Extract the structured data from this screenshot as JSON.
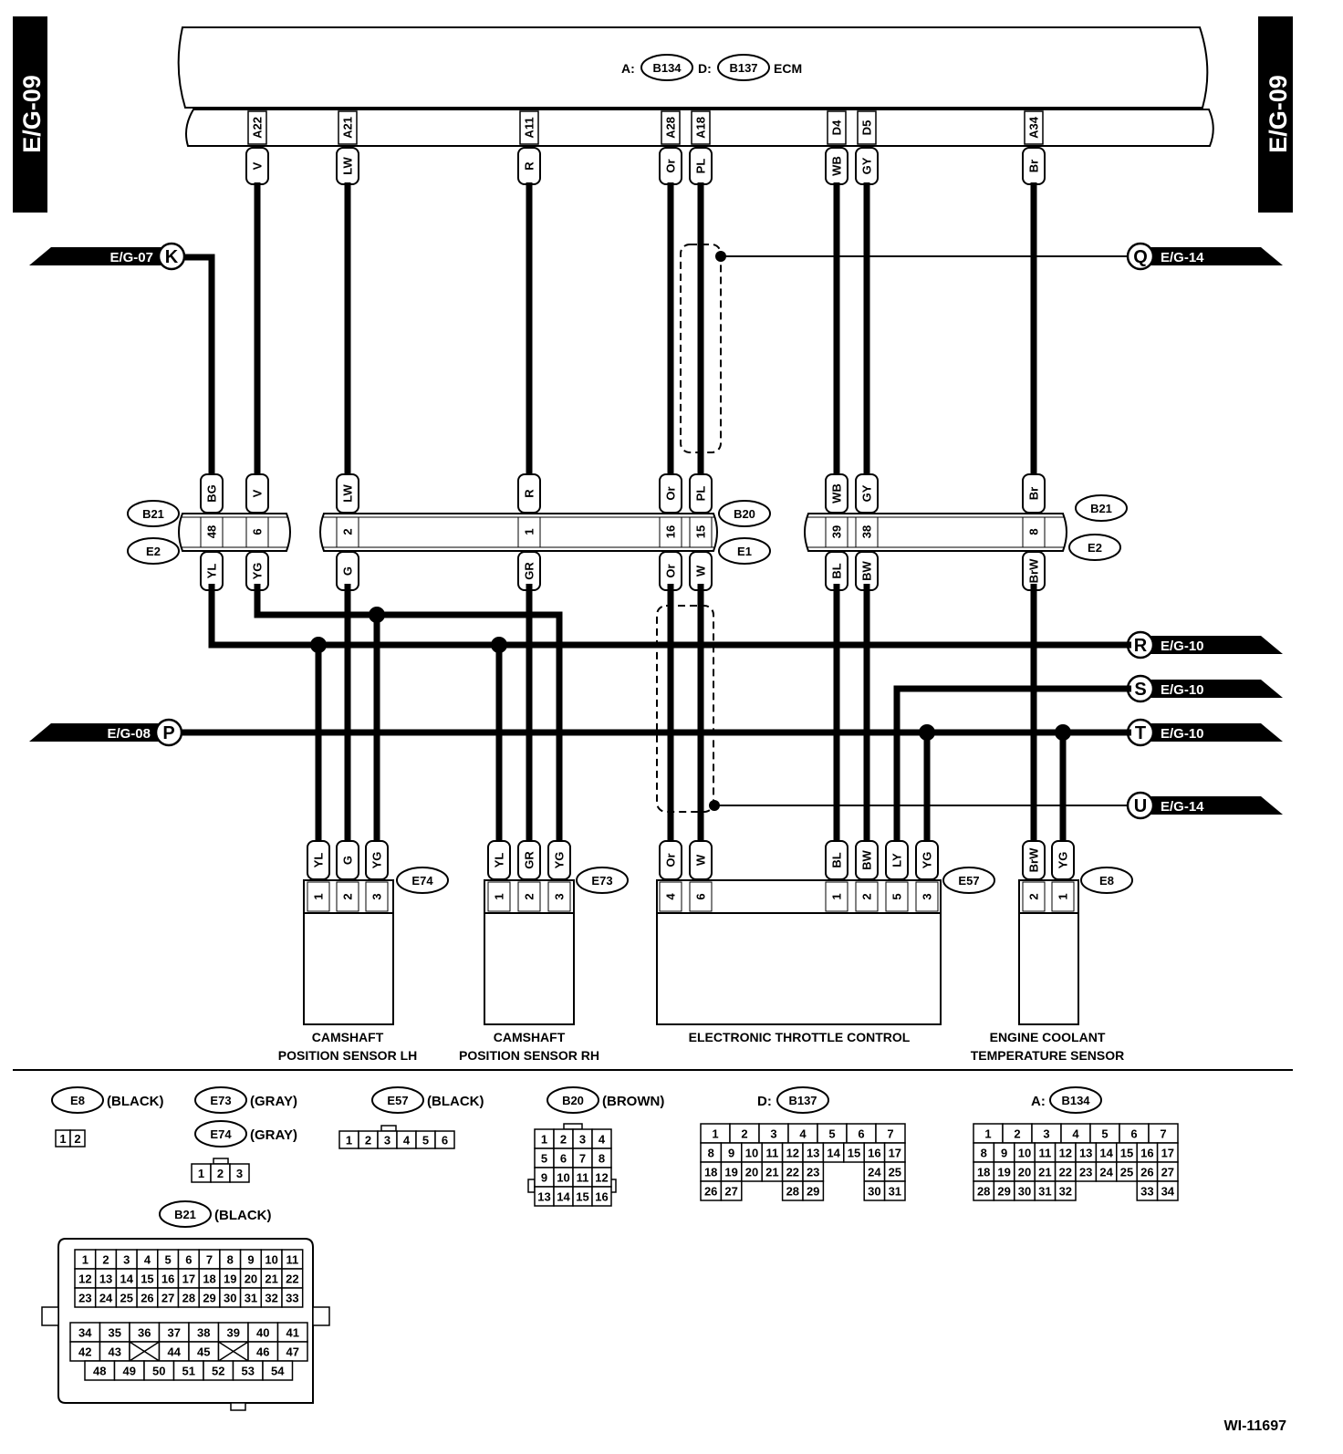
{
  "page": {
    "side_label": "E/G-09",
    "figure_id": "WI-11697"
  },
  "ecm": {
    "a_prefix": "A:",
    "a_conn": "B134",
    "d_prefix": "D:",
    "d_conn": "B137",
    "name": "ECM"
  },
  "ecm_pins": [
    {
      "pin": "A22",
      "color": "V"
    },
    {
      "pin": "A21",
      "color": "LW"
    },
    {
      "pin": "A11",
      "color": "R"
    },
    {
      "pin": "A28",
      "color": "Or"
    },
    {
      "pin": "A18",
      "color": "PL"
    },
    {
      "pin": "D4",
      "color": "WB"
    },
    {
      "pin": "D5",
      "color": "GY"
    },
    {
      "pin": "A34",
      "color": "Br"
    }
  ],
  "refs": {
    "K": {
      "letter": "K",
      "page": "E/G-07"
    },
    "P": {
      "letter": "P",
      "page": "E/G-08"
    },
    "Q": {
      "letter": "Q",
      "page": "E/G-14"
    },
    "R": {
      "letter": "R",
      "page": "E/G-10"
    },
    "S": {
      "letter": "S",
      "page": "E/G-10"
    },
    "T": {
      "letter": "T",
      "page": "E/G-10"
    },
    "U": {
      "letter": "U",
      "page": "E/G-14"
    }
  },
  "junction_left": {
    "top": "B21",
    "bottom": "E2",
    "top_colors": [
      "BG",
      "V"
    ],
    "pins": [
      "48",
      "6"
    ],
    "bottom_colors": [
      "YL",
      "YG"
    ]
  },
  "junction_mid": {
    "top": "B20",
    "bottom": "E1",
    "top_colors": [
      "LW",
      "R",
      "Or",
      "PL"
    ],
    "pins": [
      "2",
      "1",
      "16",
      "15"
    ],
    "bottom_colors": [
      "G",
      "GR",
      "Or",
      "W"
    ]
  },
  "junction_right": {
    "top": "B21",
    "bottom": "E2",
    "top_colors": [
      "WB",
      "GY",
      "Br"
    ],
    "pins": [
      "39",
      "38",
      "8"
    ],
    "bottom_colors": [
      "BL",
      "BW",
      "BrW"
    ]
  },
  "components": {
    "e74": {
      "id": "E74",
      "colors": [
        "YL",
        "G",
        "YG"
      ],
      "pins": [
        "1",
        "2",
        "3"
      ],
      "name_line1": "CAMSHAFT",
      "name_line2": "POSITION SENSOR LH"
    },
    "e73": {
      "id": "E73",
      "colors": [
        "YL",
        "GR",
        "YG"
      ],
      "pins": [
        "1",
        "2",
        "3"
      ],
      "name_line1": "CAMSHAFT",
      "name_line2": "POSITION SENSOR RH"
    },
    "e57": {
      "id": "E57",
      "colors": [
        "Or",
        "W",
        "BL",
        "BW",
        "LY",
        "YG"
      ],
      "pins": [
        "4",
        "6",
        "1",
        "2",
        "5",
        "3"
      ],
      "name_line1": "ELECTRONIC THROTTLE CONTROL",
      "name_line2": ""
    },
    "e8": {
      "id": "E8",
      "colors": [
        "BrW",
        "YG"
      ],
      "pins": [
        "2",
        "1"
      ],
      "name_line1": "ENGINE COOLANT",
      "name_line2": "TEMPERATURE SENSOR"
    }
  },
  "legend": {
    "e8": {
      "id": "E8",
      "color": "(BLACK)",
      "pins": [
        "1",
        "2"
      ]
    },
    "e73": {
      "id": "E73",
      "color": "(GRAY)"
    },
    "e74": {
      "id": "E74",
      "color": "(GRAY)",
      "pins": [
        "1",
        "2",
        "3"
      ]
    },
    "e57": {
      "id": "E57",
      "color": "(BLACK)",
      "pins": [
        "1",
        "2",
        "3",
        "4",
        "5",
        "6"
      ]
    },
    "b20": {
      "id": "B20",
      "color": "(BROWN)",
      "rows": [
        [
          "1",
          "2",
          "3",
          "4"
        ],
        [
          "5",
          "6",
          "7",
          "8"
        ],
        [
          "9",
          "10",
          "11",
          "12"
        ],
        [
          "13",
          "14",
          "15",
          "16"
        ]
      ]
    },
    "d137": {
      "prefix": "D:",
      "id": "B137",
      "rows": [
        [
          "1",
          "2",
          "3",
          "4",
          "5",
          "6",
          "7"
        ],
        [
          "8",
          "9",
          "10",
          "11",
          "12",
          "13",
          "14",
          "15",
          "16",
          "17"
        ],
        [
          "18",
          "19",
          "20",
          "21",
          "22",
          "23",
          "",
          "",
          "24",
          "25"
        ],
        [
          "26",
          "27",
          "",
          "",
          "28",
          "29",
          "",
          "",
          "30",
          "31"
        ]
      ]
    },
    "a134": {
      "prefix": "A:",
      "id": "B134",
      "rows": [
        [
          "1",
          "2",
          "3",
          "4",
          "5",
          "6",
          "7"
        ],
        [
          "8",
          "9",
          "10",
          "11",
          "12",
          "13",
          "14",
          "15",
          "16",
          "17"
        ],
        [
          "18",
          "19",
          "20",
          "21",
          "22",
          "23",
          "24",
          "25",
          "26",
          "27"
        ],
        [
          "28",
          "29",
          "30",
          "31",
          "32",
          "",
          "",
          "",
          "33",
          "34"
        ]
      ]
    },
    "b21": {
      "id": "B21",
      "color": "(BLACK)",
      "upper": [
        [
          "1",
          "2",
          "3",
          "4",
          "5",
          "6",
          "7",
          "8",
          "9",
          "10",
          "11"
        ],
        [
          "12",
          "13",
          "14",
          "15",
          "16",
          "17",
          "18",
          "19",
          "20",
          "21",
          "22"
        ],
        [
          "23",
          "24",
          "25",
          "26",
          "27",
          "28",
          "29",
          "30",
          "31",
          "32",
          "33"
        ]
      ],
      "lower": [
        [
          "34",
          "35",
          "36",
          "37",
          "38",
          "39",
          "40",
          "41"
        ],
        [
          "42",
          "43",
          "",
          "44",
          "45",
          "",
          "46",
          "47"
        ],
        [
          "48",
          "49",
          "50",
          "51",
          "52",
          "53",
          "54"
        ]
      ]
    }
  }
}
